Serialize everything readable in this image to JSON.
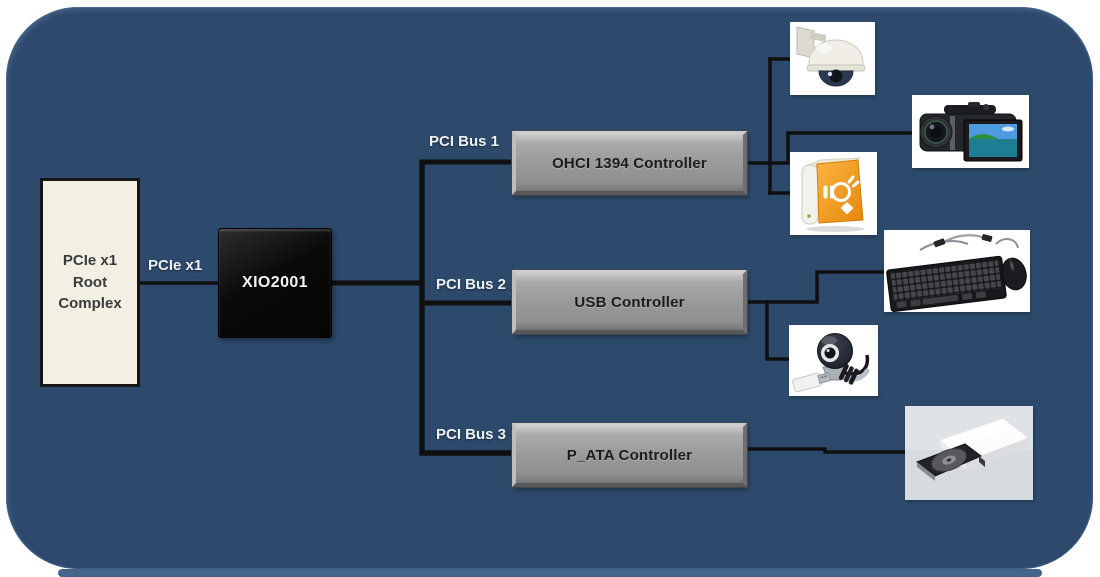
{
  "panel": {
    "background_color": "#2d4a6c",
    "bottom_accent_color": "#44648c",
    "wire_color": "#101010"
  },
  "nodes": {
    "root_complex_label": "PCIe x1\nRoot\nComplex",
    "bridge_label": "XIO2001",
    "link_label": "PCIe x1"
  },
  "buses": [
    {
      "label": "PCI Bus 1",
      "controller": "OHCI 1394 Controller",
      "devices": [
        "security-camera",
        "camcorder",
        "firewire-external-drive"
      ]
    },
    {
      "label": "PCI Bus 2",
      "controller": "USB Controller",
      "devices": [
        "keyboard-and-mouse",
        "webcam"
      ]
    },
    {
      "label": "PCI Bus 3",
      "controller": "P_ATA Controller",
      "devices": [
        "external-optical-drive"
      ]
    }
  ]
}
